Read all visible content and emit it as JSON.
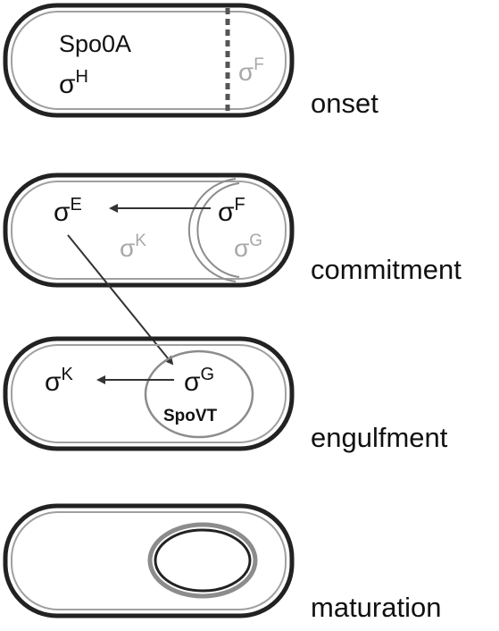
{
  "colors": {
    "outline": "#222222",
    "gray": "#8c8c8c",
    "light_gray": "#a8a8a8",
    "inner_outline": "#9e9e9e",
    "text": "#111111",
    "arrow": "#333333"
  },
  "symbols": {
    "sigma": "σ"
  },
  "stages": {
    "onset": {
      "label": "onset",
      "spo0a": "Spo0A",
      "sigma_h_sup": "H",
      "sigma_f_sup": "F"
    },
    "commitment": {
      "label": "commitment",
      "sigma_e_sup": "E",
      "sigma_f_sup": "F",
      "sigma_k_sup": "K",
      "sigma_g_sup": "G"
    },
    "engulfment": {
      "label": "engulfment",
      "sigma_k_sup": "K",
      "sigma_g_sup": "G",
      "spovt": "SpoVT"
    },
    "maturation": {
      "label": "maturation"
    }
  }
}
